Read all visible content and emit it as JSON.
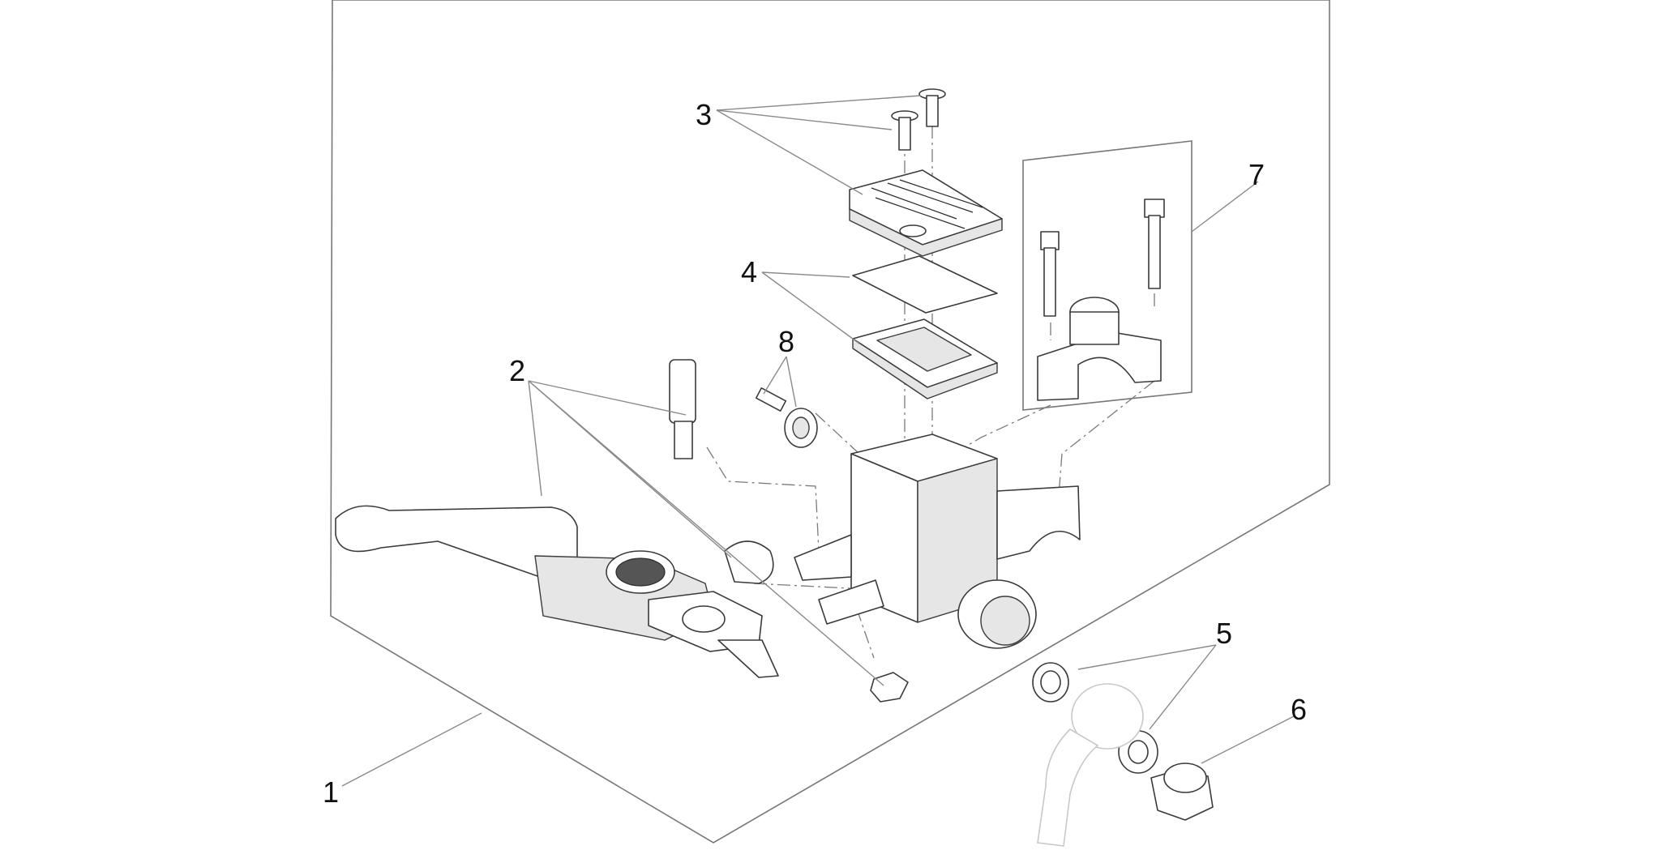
{
  "callouts": [
    {
      "id": "c1",
      "text": "1"
    },
    {
      "id": "c2",
      "text": "2"
    },
    {
      "id": "c3",
      "text": "3"
    },
    {
      "id": "c4",
      "text": "4"
    },
    {
      "id": "c5",
      "text": "5"
    },
    {
      "id": "c6",
      "text": "6"
    },
    {
      "id": "c7",
      "text": "7"
    },
    {
      "id": "c8",
      "text": "8"
    }
  ]
}
